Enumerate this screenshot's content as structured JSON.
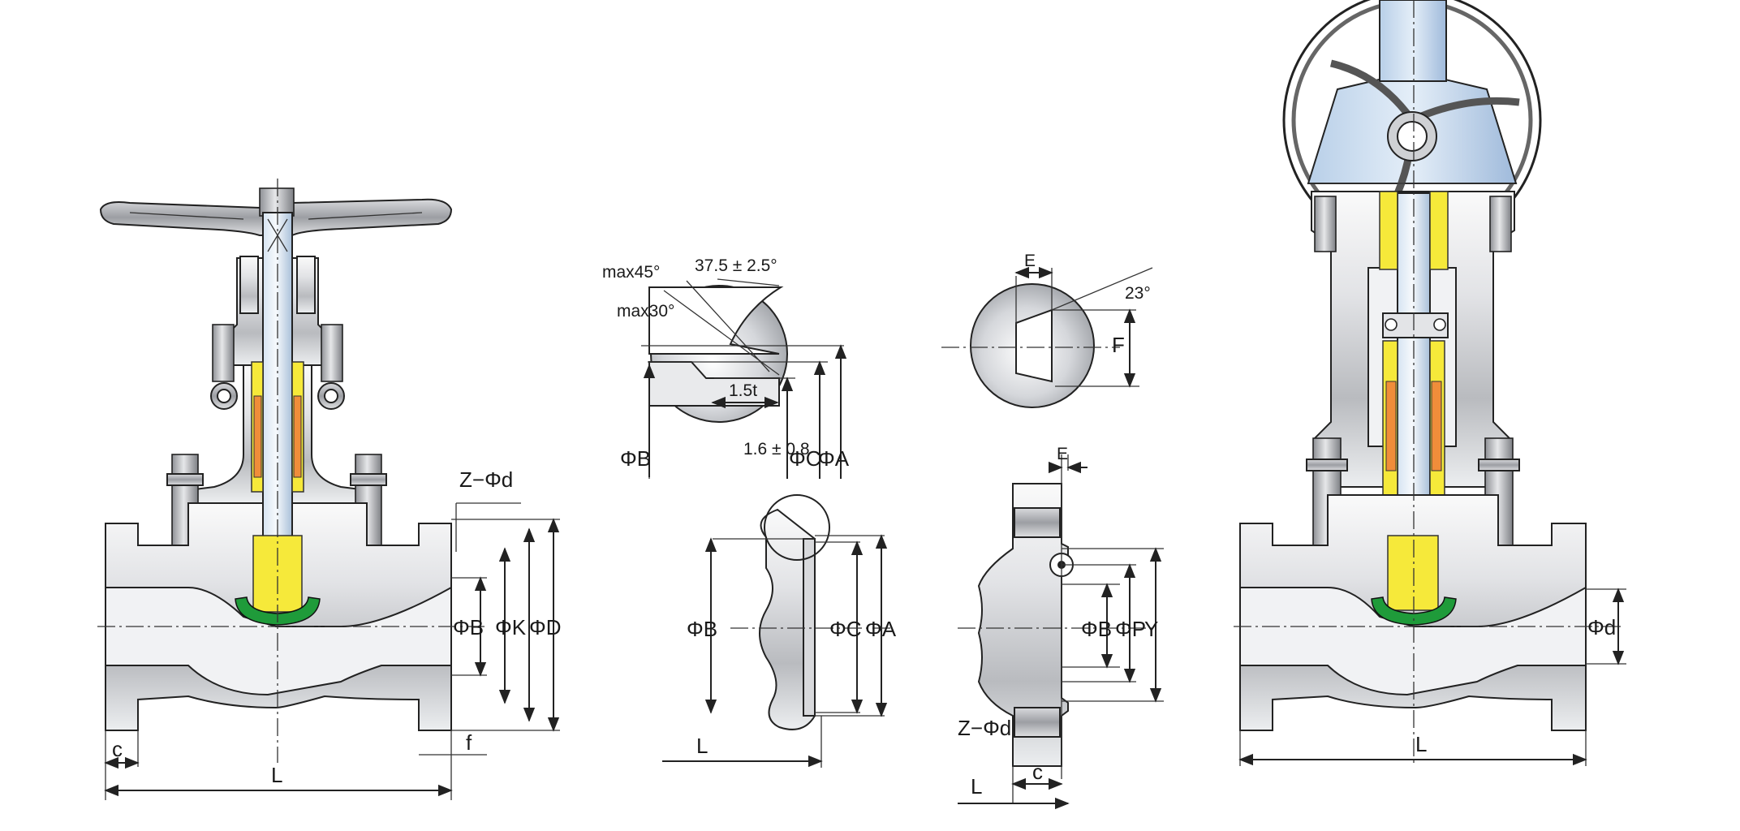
{
  "labels": {
    "v1_z_d": "Z−Φd",
    "v1_b": "ΦB",
    "v1_k": "ΦK",
    "v1_d": "ΦD",
    "v1_c": "c",
    "v1_f": "f",
    "v1_l": "L",
    "bw_max45": "max45°",
    "bw_max30": "max30°",
    "bw_angle": "37.5 ± 2.5°",
    "bw_15t": "1.5t",
    "bw_16": "1.6 ± 0.8",
    "bw_b": "ΦB",
    "bw_c": "ΦC",
    "bw_a": "ΦA",
    "sw_e": "E",
    "sw_23": "23°",
    "sw_f": "F",
    "bwe_b": "ΦB",
    "bwe_c": "ΦC",
    "bwe_a": "ΦA",
    "bwe_l": "L",
    "rj_e": "E",
    "rj_b": "ΦB",
    "rj_p": "ΦP",
    "rj_y": "Y",
    "rj_z_d": "Z−Φd",
    "rj_c": "c",
    "rj_l": "L",
    "v4_d": "Φd",
    "v4_l": "L"
  }
}
